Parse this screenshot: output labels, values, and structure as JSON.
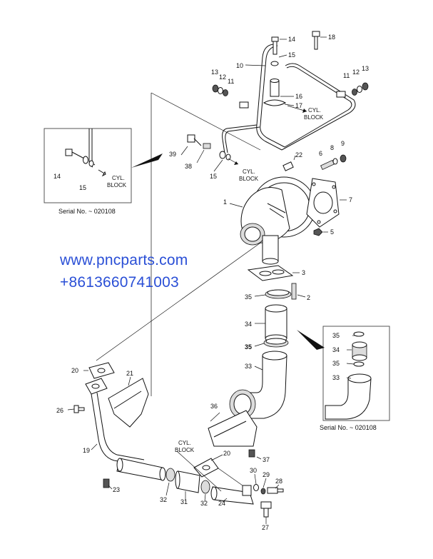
{
  "watermark": {
    "url": "www.pncparts.com",
    "phone": "+8613660741003",
    "color": "#2a4fd6"
  },
  "insets": {
    "left_serial": "Serial No. ~ 020108",
    "right_serial": "Serial No. ~ 020108"
  },
  "notes": {
    "cyl_block_1": "CYL.",
    "cyl_block_1b": "BLOCK",
    "cyl_block_2": "CYL.",
    "cyl_block_2b": "BLOCK",
    "cyl_block_3": "CYL.",
    "cyl_block_3b": "BLOCK",
    "cyl_block_4": "CYL.",
    "cyl_block_4b": "BLOCK"
  },
  "parts": {
    "p1": "1",
    "p2": "2",
    "p3": "3",
    "p5": "5",
    "p6": "6",
    "p7": "7",
    "p8": "8",
    "p9": "9",
    "p10": "10",
    "p11a": "11",
    "p12a": "12",
    "p13a": "13",
    "p11b": "11",
    "p12b": "12",
    "p13b": "13",
    "p14a": "14",
    "p15a": "15",
    "p16": "16",
    "p17": "17",
    "p18": "18",
    "p14b": "14",
    "p15b": "15",
    "p15c": "15",
    "p19": "19",
    "p20a": "20",
    "p20b": "20",
    "p21": "21",
    "p22": "22",
    "p23": "23",
    "p24": "24",
    "p26": "26",
    "p27": "27",
    "p28": "28",
    "p29": "29",
    "p30": "30",
    "p31": "31",
    "p32a": "32",
    "p32b": "32",
    "p33a": "33",
    "p33b": "33",
    "p34a": "34",
    "p34b": "34",
    "p35a": "35",
    "p35b": "35",
    "p35c": "35",
    "p35d": "35",
    "p36": "36",
    "p37": "37",
    "p38": "38",
    "p39": "39"
  }
}
